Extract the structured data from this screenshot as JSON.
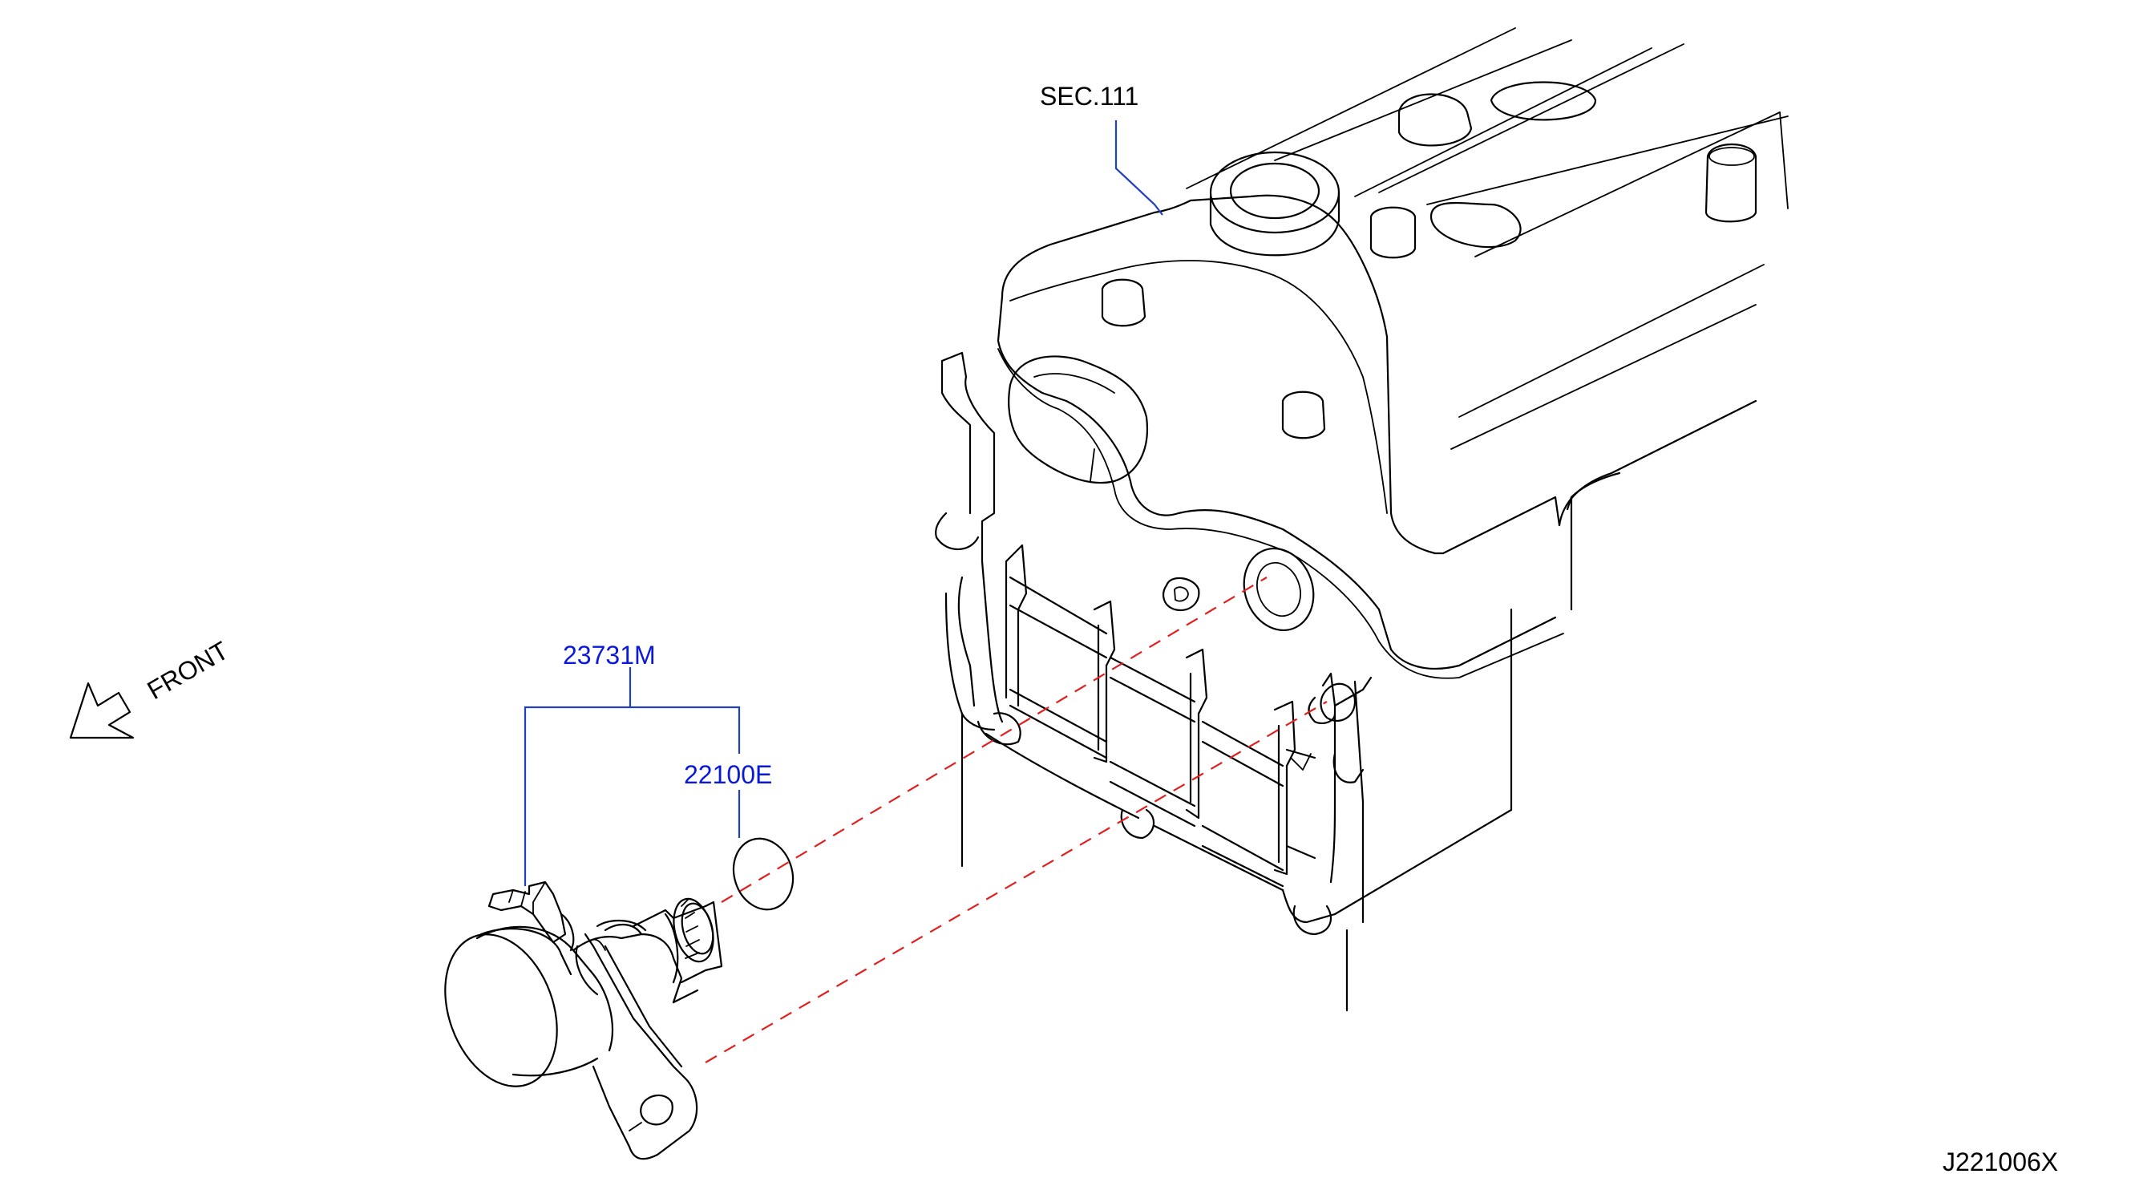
{
  "labels": {
    "sec_reference": "SEC.111",
    "part_assembly": "23731M",
    "part_oring": "22100E",
    "front_direction": "FRONT",
    "diagram_code": "J221006X"
  },
  "colors": {
    "part_label": "#0a18d8",
    "leader_line": "#2040c0",
    "dashed_alignment": "#e02020",
    "line_art": "#000000"
  },
  "icons": {
    "front_arrow": "arrow-front-icon"
  }
}
